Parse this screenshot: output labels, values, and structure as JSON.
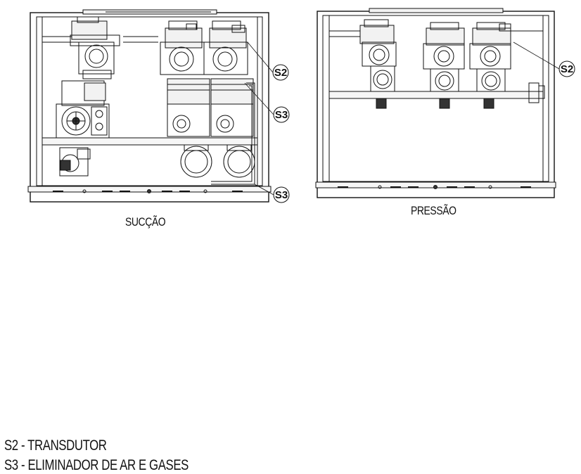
{
  "captions": {
    "suction": "SUCÇÃO",
    "pressure": "PRESSÃO"
  },
  "callouts": {
    "s2": "S2",
    "s3": "S3"
  },
  "legend": [
    {
      "text": "S2 - TRANSDUTOR"
    },
    {
      "text": "S3 - ELIMINADOR DE AR E GASES"
    }
  ],
  "colors": {
    "line": "#111111",
    "fill_light": "#f2f2f2",
    "fill_dark": "#333333"
  }
}
